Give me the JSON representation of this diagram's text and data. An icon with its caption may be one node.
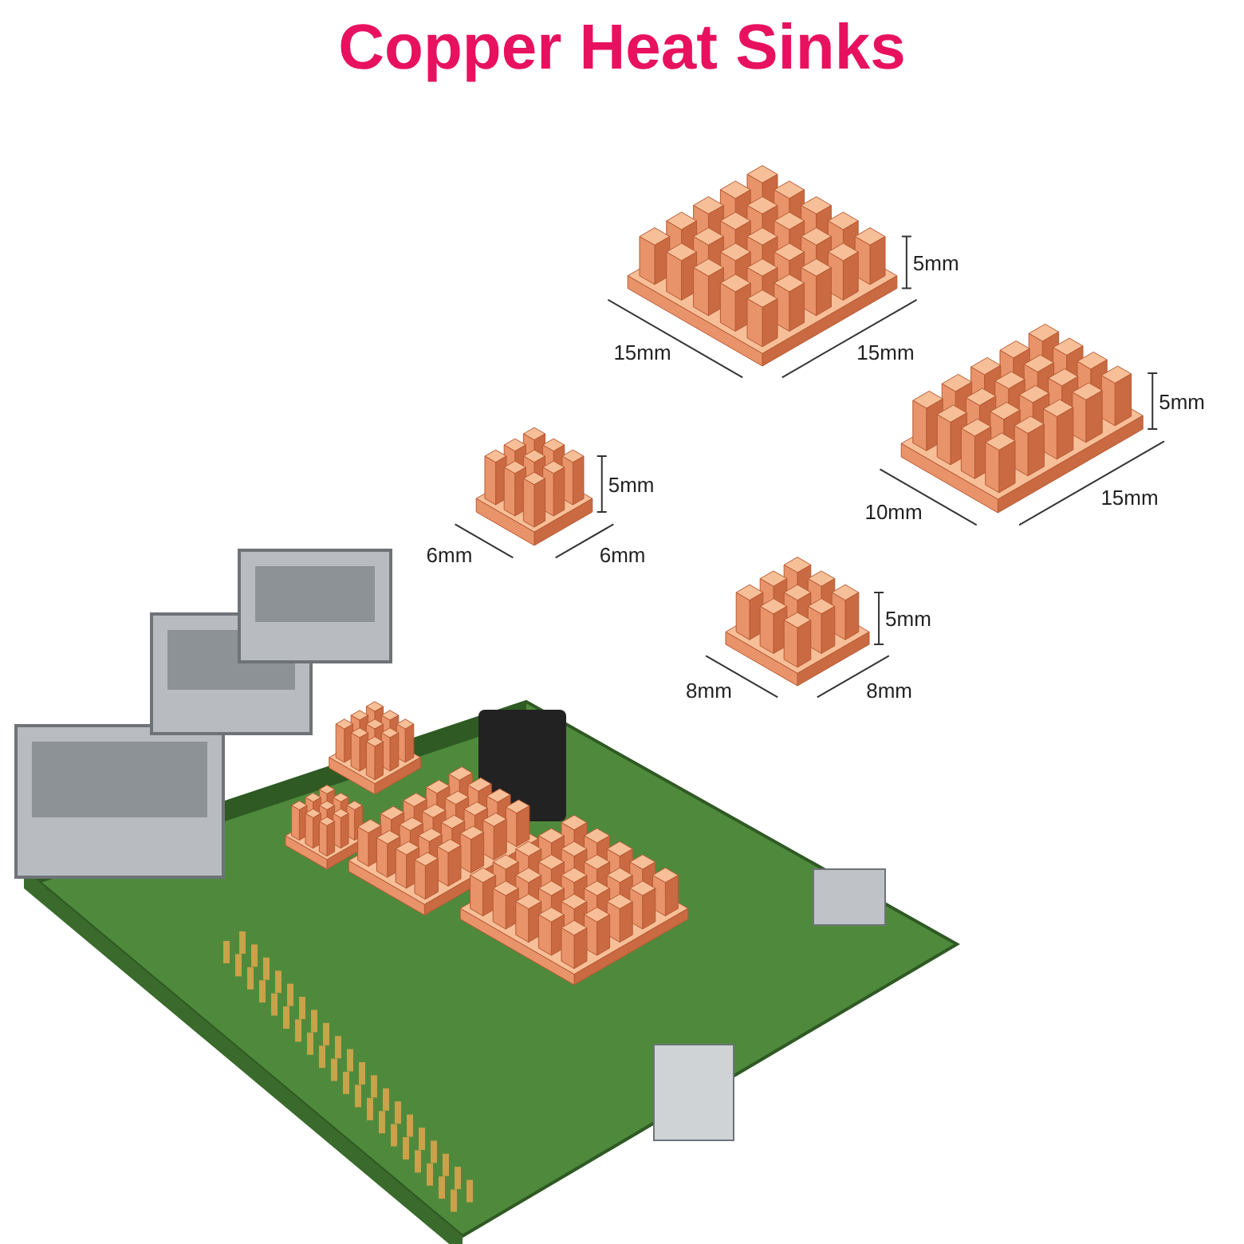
{
  "diagram": {
    "title": "Copper Heat Sinks",
    "labels": [
      "5mm",
      "15mm",
      "15mm",
      "5mm",
      "10mm",
      "15mm",
      "5mm",
      "6mm",
      "6mm",
      "5mm",
      "8mm",
      "8mm"
    ]
  }
}
